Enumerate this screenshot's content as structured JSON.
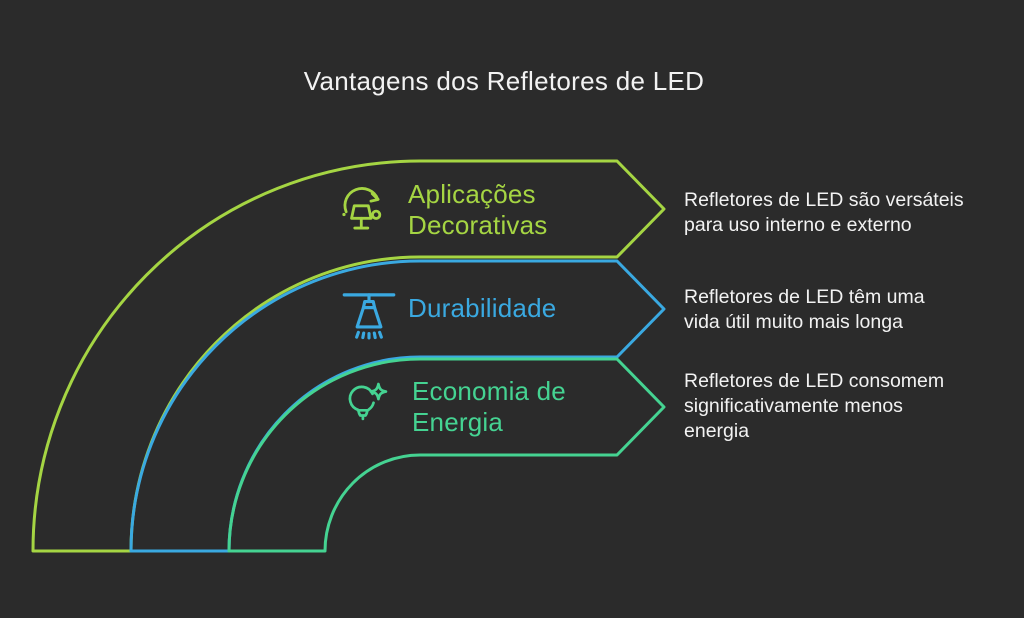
{
  "title": "Vantagens dos Refletores de LED",
  "theme": {
    "background": "#2b2b2b",
    "text_primary": "#f2f2f2",
    "lime": "#a5d543",
    "blue": "#3aa9e1",
    "teal": "#45d392"
  },
  "banners": [
    {
      "label": "Aplicações\nDecorativas",
      "color": "#a5d543",
      "icon": "decorative-lamp-icon",
      "description": "Refletores de LED são versáteis\npara uso interno e externo"
    },
    {
      "label": "Durabilidade",
      "color": "#3aa9e1",
      "icon": "pendant-lamp-icon",
      "description": "Refletores de LED têm uma\nvida útil muito mais longa"
    },
    {
      "label": "Economia de\nEnergia",
      "color": "#45d392",
      "icon": "lightbulb-sparkle-icon",
      "description": "Refletores de LED consomem\nsignificativamente menos\nenergia"
    }
  ]
}
